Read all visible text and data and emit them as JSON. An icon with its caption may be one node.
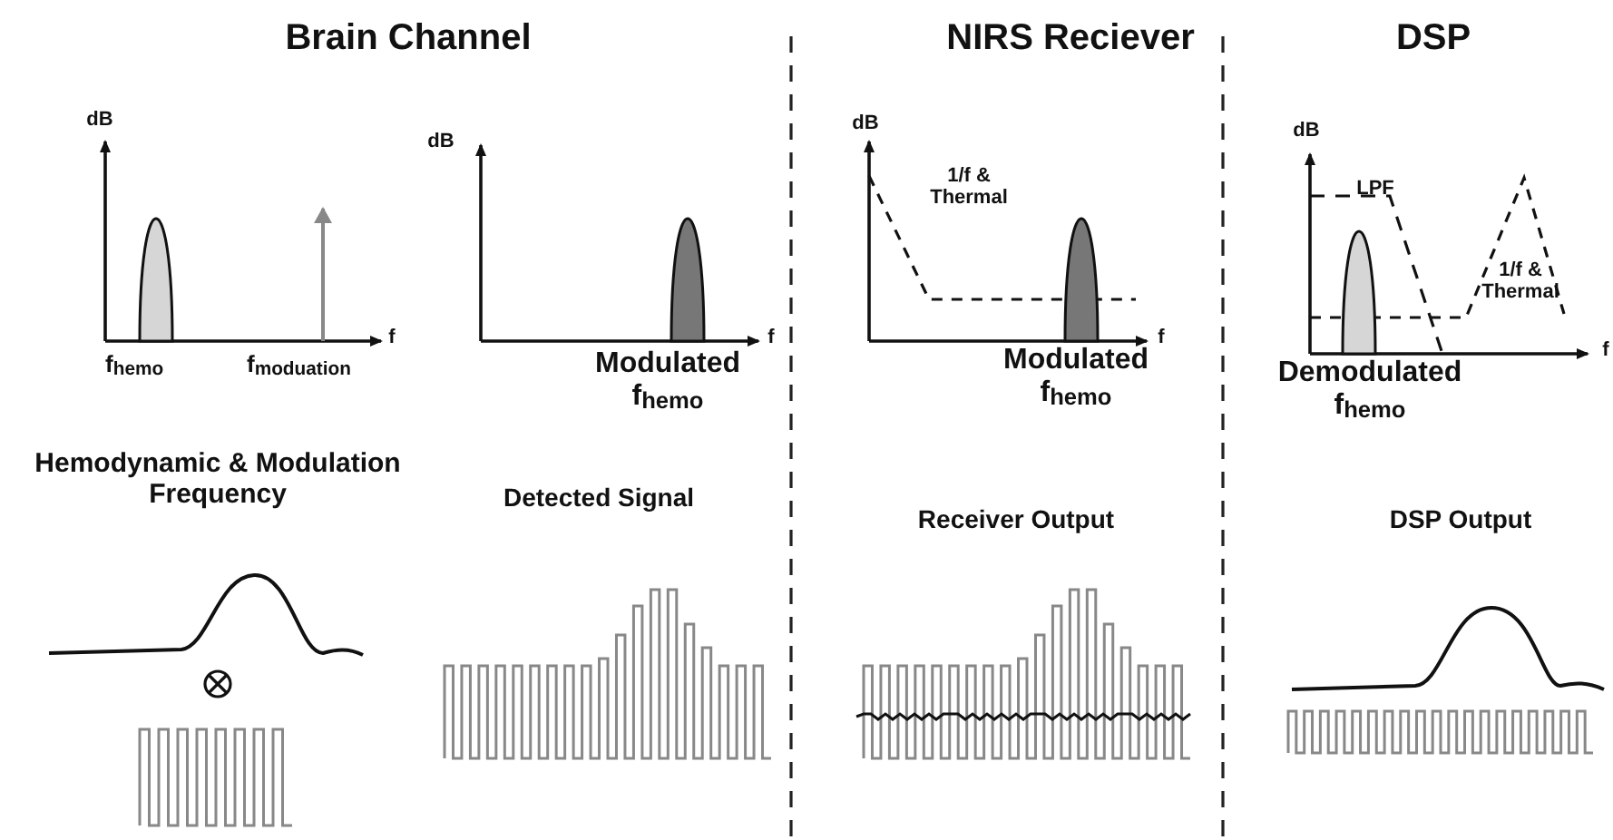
{
  "diagram": {
    "labels": [
      "Brain Channel",
      "NIRS Reciever",
      "DSP",
      "dB",
      "dB",
      "dB",
      "dB",
      "1/f & Thermal",
      "LPF",
      "1/f & Thermal",
      "f",
      "f",
      "f",
      "f",
      "f$_{hemo}$",
      "f$_{moduation}$",
      "Modulated f$_{hemo}$",
      "Modulated f$_{hemo}$",
      "Demodulated f$_{hemo}$",
      "Hemodynamic & Modulation Frequency",
      "Detected Signal",
      "Receiver Output",
      "DSP Output"
    ]
  }
}
